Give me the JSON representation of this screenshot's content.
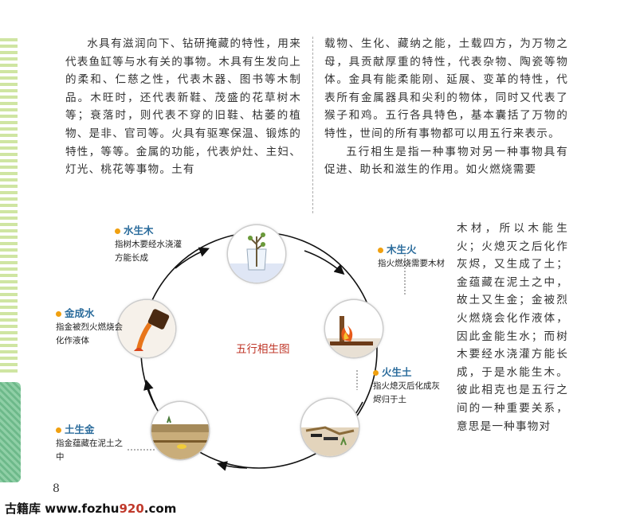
{
  "text": {
    "col1": "水具有滋润向下、钻研掩藏的特性，用来代表鱼缸等与水有关的事物。木具有生发向上的柔和、仁慈之性，代表木器、图书等木制品。木旺时，还代表新鞋、茂盛的花草树木等；衰落时，则代表不穿的旧鞋、枯萎的植物、是非、官司等。火具有驱寒保温、锻炼的特性，等等。金属的功能，代表炉灶、主妇、灯光、桃花等事物。土有",
    "col2_p1": "载物、生化、藏纳之能，土载四方，为万物之母，具贡献厚重的特性，代表杂物、陶瓷等物体。金具有能柔能刚、延展、变革的特性，代表所有金属器具和尖利的物体，同时又代表了猴子和鸡。五行各具特色，基本囊括了万物的特性，世间的所有事物都可以用五行来表示。",
    "col2_p2": "五行相生是指一种事物对另一种事物具有促进、助长和滋生的作用。如火燃烧需要",
    "col3": "木材，所以木能生火；火熄灭之后化作灰烬，又生成了土；金蕴藏在泥土之中，故土又生金；金被烈火燃烧会化作液体，因此金能生水；而树木要经水浇灌方能长成，于是水能生木。彼此相克也是五行之间的一种重要关系，意思是一种事物对"
  },
  "diagram": {
    "center_title": "五行相生图",
    "nodes": [
      {
        "label": "水生木",
        "desc": "指树木要经水浇灌方能长成"
      },
      {
        "label": "木生火",
        "desc": "指火燃烧需要木材"
      },
      {
        "label": "火生土",
        "desc": "指火熄灭后化成灰烬归于土"
      },
      {
        "label": "土生金",
        "desc": "指金蕴藏在泥土之中"
      },
      {
        "label": "金成水",
        "desc": "指金被烈火燃烧会化作液体"
      }
    ]
  },
  "page": {
    "number": "8"
  },
  "footer": {
    "site": "古籍库",
    "url_a": "www.fozhu",
    "url_b": "920",
    "url_c": ".com"
  },
  "colors": {
    "label": "#2b6c9c",
    "title": "#c0392b",
    "dot": "#f0a010"
  }
}
